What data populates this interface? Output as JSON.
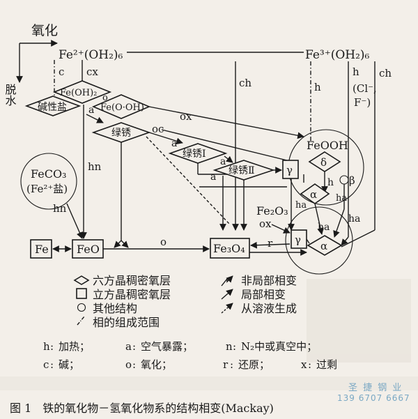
{
  "axes": {
    "oxidation": "氧化",
    "dehydration": "脱水"
  },
  "nodes": {
    "fe2_oh2_6": "Fe²⁺(OH₂)₆",
    "fe3_oh2_6": "Fe³⁺(OH₂)₆",
    "fe_oh_2": "Fe(OH)₂",
    "basic_salt": "碱性盐",
    "fe_o_oh": "Fe(O·OH)",
    "green_rust": "绿锈",
    "green_rust_1": "绿锈Ⅰ",
    "green_rust_2": "绿锈Ⅱ",
    "feooh": "FeOOH",
    "delta": "δ",
    "gamma": "γ",
    "alpha": "α",
    "beta": "β",
    "feco3": "FeCO₃",
    "fe2_salt": "(Fe²⁺盐)",
    "fe": "Fe",
    "feo": "FeO",
    "fe3o4": "Fe₃O₄",
    "fe2o3": "Fe₂O₃"
  },
  "edge_labels": {
    "c": "c",
    "cx": "cx",
    "ch": "ch",
    "h": "h",
    "a": "a",
    "o": "o",
    "ox": "ox",
    "oc": "oc",
    "hn": "hn",
    "ha": "ha",
    "r": "r",
    "cl_f": "(Cl⁻,\nF⁻)"
  },
  "legend": {
    "hex": "六方晶稠密氧层",
    "cubic": "立方晶稠密氧层",
    "other": "其他结构",
    "range": "相的组成范围",
    "nonlocal": "非局部相变",
    "local": "局部相变",
    "solution": "从溶液生成"
  },
  "abbreviations": [
    {
      "key": "h",
      "text": "加热；"
    },
    {
      "key": "a",
      "text": "空气暴露；"
    },
    {
      "key": "n",
      "text": "N₂中或真空中；"
    },
    {
      "key": "c",
      "text": "碱；"
    },
    {
      "key": "o",
      "text": "氧化；"
    },
    {
      "key": "r",
      "text": "还原；"
    },
    {
      "key": "x",
      "text": "过剩"
    }
  ],
  "caption": "图 1　铁的氧化物－氢氧化物系的结构相变(Mackay)",
  "watermark": {
    "name": "圣 捷 钢 业",
    "phone": "139 6707 6667"
  }
}
